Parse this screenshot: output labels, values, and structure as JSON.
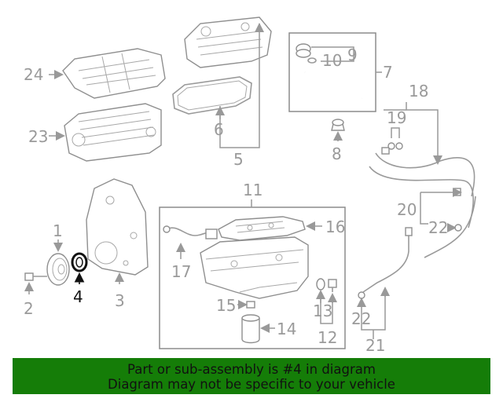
{
  "callouts": {
    "c1": "1",
    "c2": "2",
    "c3": "3",
    "c4": "4",
    "c5": "5",
    "c6": "6",
    "c7": "7",
    "c8": "8",
    "c9": "9",
    "c10": "10",
    "c11": "11",
    "c12": "12",
    "c13": "13",
    "c14": "14",
    "c15": "15",
    "c16": "16",
    "c17": "17",
    "c18": "18",
    "c19": "19",
    "c20": "20",
    "c21": "21",
    "c22a": "22",
    "c22b": "22",
    "c23": "23",
    "c24": "24"
  },
  "highlight": {
    "part": "4",
    "color": "#111111"
  },
  "banner": {
    "line1": "Part or sub-assembly is #4 in diagram",
    "line2": "Diagram may not be specific to your vehicle",
    "background": "#157d08"
  }
}
